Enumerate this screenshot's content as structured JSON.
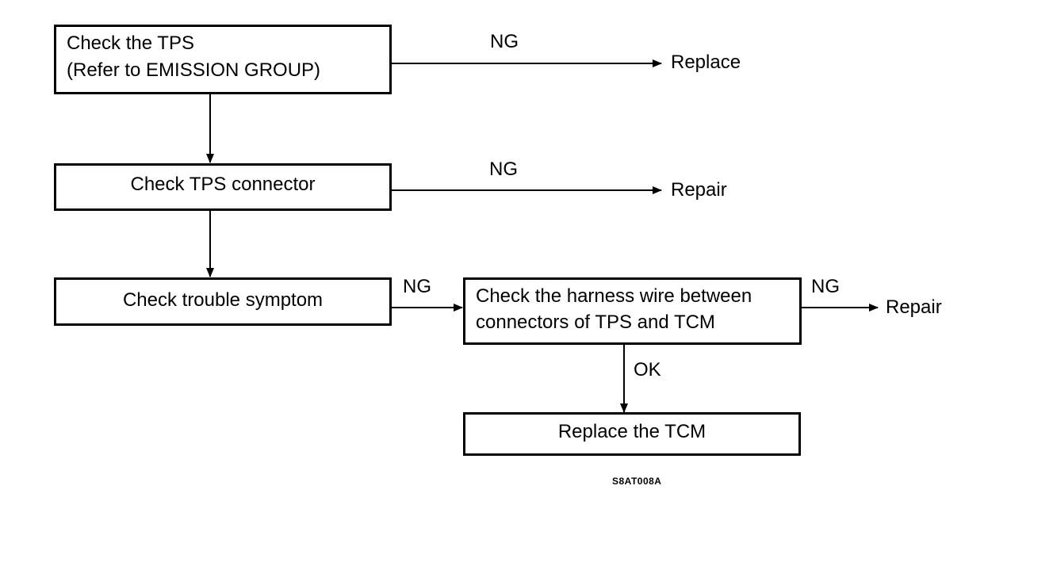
{
  "boxes": {
    "check_tps_line1": "Check the TPS",
    "check_tps_line2": "(Refer to EMISSION GROUP)",
    "check_connector": "Check TPS connector",
    "check_symptom": "Check trouble symptom",
    "check_harness_line1": "Check the harness wire between",
    "check_harness_line2": "connectors of TPS and TCM",
    "replace_tcm": "Replace the TCM"
  },
  "labels": {
    "ng_1": "NG",
    "ng_2": "NG",
    "ng_3": "NG",
    "ng_4": "NG",
    "ok": "OK"
  },
  "outcomes": {
    "replace": "Replace",
    "repair_1": "Repair",
    "repair_2": "Repair"
  },
  "figure_code": "S8AT008A"
}
